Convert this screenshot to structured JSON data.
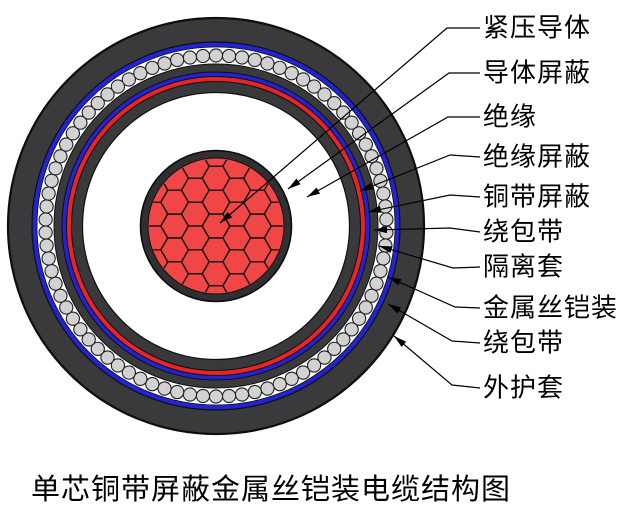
{
  "diagram": {
    "caption": "单芯铜带屏蔽金属丝铠装电缆结构图",
    "labels": [
      {
        "text": "紧压导体"
      },
      {
        "text": "导体屏蔽"
      },
      {
        "text": "绝缘"
      },
      {
        "text": "绝缘屏蔽"
      },
      {
        "text": "铜带屏蔽"
      },
      {
        "text": "绕包带"
      },
      {
        "text": "隔离套"
      },
      {
        "text": "金属丝铠装"
      },
      {
        "text": "绕包带"
      },
      {
        "text": "外护套"
      }
    ],
    "layers_outside_in": [
      {
        "name": "outer-sheath",
        "label": "外护套"
      },
      {
        "name": "wrapping-tape-outer",
        "label": "绕包带"
      },
      {
        "name": "metal-wire-armor",
        "label": "金属丝铠装"
      },
      {
        "name": "separation-sheath",
        "label": "隔离套"
      },
      {
        "name": "wrapping-tape-inner",
        "label": "绕包带"
      },
      {
        "name": "copper-tape-shield",
        "label": "铜带屏蔽"
      },
      {
        "name": "insulation-shield",
        "label": "绝缘屏蔽"
      },
      {
        "name": "insulation",
        "label": "绝缘"
      },
      {
        "name": "conductor-shield",
        "label": "导体屏蔽"
      },
      {
        "name": "compressed-conductor",
        "label": "紧压导体",
        "fill_pattern": "honeycomb-hexagons"
      }
    ],
    "armor": {
      "wire_count": 82
    },
    "colors": {
      "sheath_dark": "#3a3a3c",
      "separation_dark": "#3a3a3c",
      "shield_dark": "#39393b",
      "conductor_shield_dark": "#303032",
      "tape_blue": "#2323d4",
      "copper_tape_red": "#e62528",
      "armor_wire_gray": "#d2d2d2",
      "conductor_red": "#f04646",
      "insulation_white": "#ffffff",
      "line_black": "#000000"
    }
  }
}
